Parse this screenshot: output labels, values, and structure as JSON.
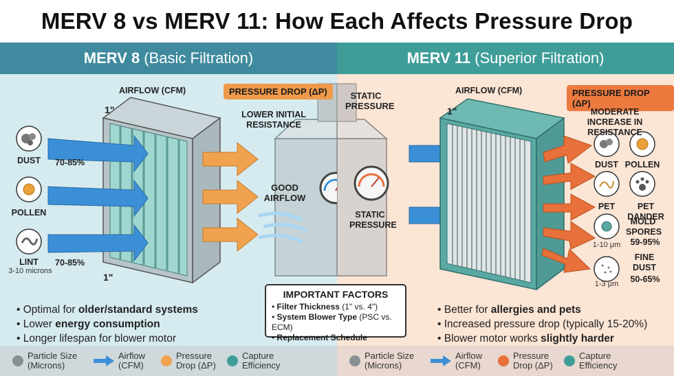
{
  "title": "MERV 8 vs MERV 11: How Each Affects Pressure Drop",
  "left": {
    "banner_bold": "MERV 8",
    "banner_rest": "(Basic Filtration)",
    "airflow_label": "AIRFLOW (CFM)",
    "thickness_top": "1\"",
    "thickness_bottom": "1\"",
    "pressure_badge": "PRESSURE DROP (ΔP)",
    "resistance_label": "LOWER INITIAL RESISTANCE",
    "good_airflow": "GOOD AIRFLOW",
    "particles": [
      {
        "name": "DUST",
        "icon": "dust-icon"
      },
      {
        "name": "POLLEN",
        "icon": "pollen-icon"
      },
      {
        "name": "LINT",
        "icon": "lint-icon",
        "note": "3-10 microns"
      }
    ],
    "efficiency_1": "70-85%",
    "efficiency_2": "70-85%",
    "bullets": [
      {
        "pre": "Optimal for ",
        "bold": "older/standard systems",
        "post": ""
      },
      {
        "pre": "Lower ",
        "bold": "energy consumption",
        "post": ""
      },
      {
        "pre": "Longer lifespan for blower motor",
        "bold": "",
        "post": ""
      }
    ]
  },
  "center": {
    "static_pressure_1": "STATIC PRESSURE",
    "static_pressure_2": "STATIC PRESSURE"
  },
  "factors": {
    "title": "IMPORTANT FACTORS",
    "items": [
      {
        "bold": "Filter Thickness",
        "rest": " (1\" vs. 4\")"
      },
      {
        "bold": "System Blower Type",
        "rest": " (PSC vs. ECM)"
      },
      {
        "bold": "Replacement Schedule",
        "rest": ""
      }
    ]
  },
  "right": {
    "banner_bold": "MERV 11",
    "banner_rest": "(Superior Filtration)",
    "airflow_label": "AIRFLOW (CFM)",
    "thickness_top": "1\"",
    "pressure_badge": "PRESSURE DROP (ΔP)",
    "resistance_label": "MODERATE INCREASE IN RESISTANCE",
    "particles": [
      {
        "name": "DUST",
        "icon": "dust-icon"
      },
      {
        "name": "POLLEN",
        "icon": "pollen-icon"
      },
      {
        "name": "PET",
        "icon": "pet-hair-icon"
      },
      {
        "name": "PET DANDER",
        "icon": "paw-icon"
      },
      {
        "name": "MOLD SPORES",
        "icon": "mold-spore-icon",
        "size": "1-10 μm",
        "eff": "59-95%"
      },
      {
        "name": "FINE DUST",
        "icon": "fine-dust-icon",
        "size": "1-3 μm",
        "eff": "50-65%"
      }
    ],
    "bullets": [
      {
        "pre": "Better for ",
        "bold": "allergies and pets",
        "post": ""
      },
      {
        "pre": "Increased pressure drop (typically 15-20%)",
        "bold": "",
        "post": ""
      },
      {
        "pre": "Blower motor works ",
        "bold": "slightly harder",
        "post": ""
      }
    ]
  },
  "legend": {
    "particle": "Particle Size (Microns)",
    "airflow": "Airflow (CFM)",
    "pressure": "Pressure Drop (ΔP)",
    "capture": "Capture Efficiency"
  },
  "colors": {
    "airflow_blue": "#3b8fd6",
    "pressure_orange_left": "#f0a24e",
    "pressure_orange_right": "#e8703a",
    "capture_teal": "#3e9d98",
    "particle_grey": "#8a8f93"
  }
}
